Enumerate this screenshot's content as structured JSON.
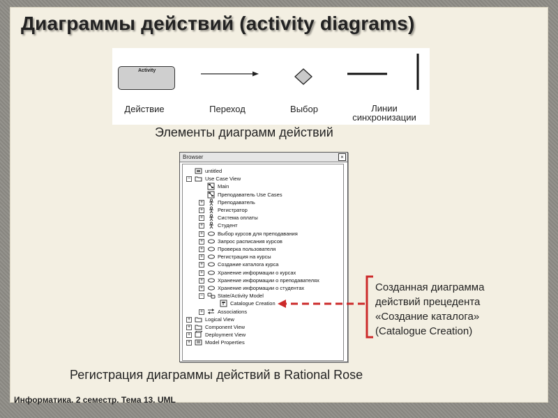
{
  "title": "Диаграммы действий (activity diagrams)",
  "elements": {
    "activity_box_text": "Activity",
    "labels": [
      "Действие",
      "Переход",
      "Выбор",
      "Линии синхронизации"
    ],
    "caption": "Элементы диаграмм действий"
  },
  "browser": {
    "title": "Browser",
    "close": "×",
    "items": [
      {
        "label": "untitled",
        "icon": "model-icon"
      },
      {
        "label": "Use Case View",
        "icon": "folder-icon",
        "expander": "−"
      },
      {
        "label": "Main",
        "icon": "diagram-icon"
      },
      {
        "label": "Преподаватель Use Cases",
        "icon": "diagram-icon"
      },
      {
        "label": "Преподаватель",
        "icon": "actor-icon",
        "expander": "+"
      },
      {
        "label": "Регистратор",
        "icon": "actor-icon",
        "expander": "+"
      },
      {
        "label": "Система оплаты",
        "icon": "actor-icon",
        "expander": "+"
      },
      {
        "label": "Студент",
        "icon": "actor-icon",
        "expander": "+"
      },
      {
        "label": "Выбор курсов для преподавания",
        "icon": "usecase-icon",
        "expander": "+"
      },
      {
        "label": "Запрос расписания курсов",
        "icon": "usecase-icon",
        "expander": "+"
      },
      {
        "label": "Проверка пользователя",
        "icon": "usecase-icon",
        "expander": "+"
      },
      {
        "label": "Регистрация на курсы",
        "icon": "usecase-icon",
        "expander": "+"
      },
      {
        "label": "Создание каталога курса",
        "icon": "usecase-icon",
        "expander": "+"
      },
      {
        "label": "Хранение информации о курсах",
        "icon": "usecase-icon",
        "expander": "+"
      },
      {
        "label": "Хранение информации о преподавателях",
        "icon": "usecase-icon",
        "expander": "+"
      },
      {
        "label": "Хранение информации о студентах",
        "icon": "usecase-icon",
        "expander": "+"
      },
      {
        "label": "State/Activity Model",
        "icon": "state-model-icon",
        "expander": "−"
      },
      {
        "label": "Catalogue Creation",
        "icon": "activity-diagram-icon"
      },
      {
        "label": "Associations",
        "icon": "association-icon",
        "expander": "+"
      },
      {
        "label": "Logical View",
        "icon": "folder-icon",
        "expander": "+"
      },
      {
        "label": "Component View",
        "icon": "folder-icon",
        "expander": "+"
      },
      {
        "label": "Deployment View",
        "icon": "deployment-icon",
        "expander": "+"
      },
      {
        "label": "Model Properties",
        "icon": "properties-icon",
        "expander": "+"
      }
    ]
  },
  "note": {
    "lines": [
      "Созданная диаграмма",
      "действий прецедента",
      "«Создание каталога»",
      "(Catalogue Creation)"
    ]
  },
  "bottom_caption": "Регистрация диаграммы действий в Rational Rose",
  "footer": "Информатика. 2 семестр. Тема 13. UML",
  "colors": {
    "accent": "#cc2a2a",
    "paper": "#f3efe2"
  }
}
